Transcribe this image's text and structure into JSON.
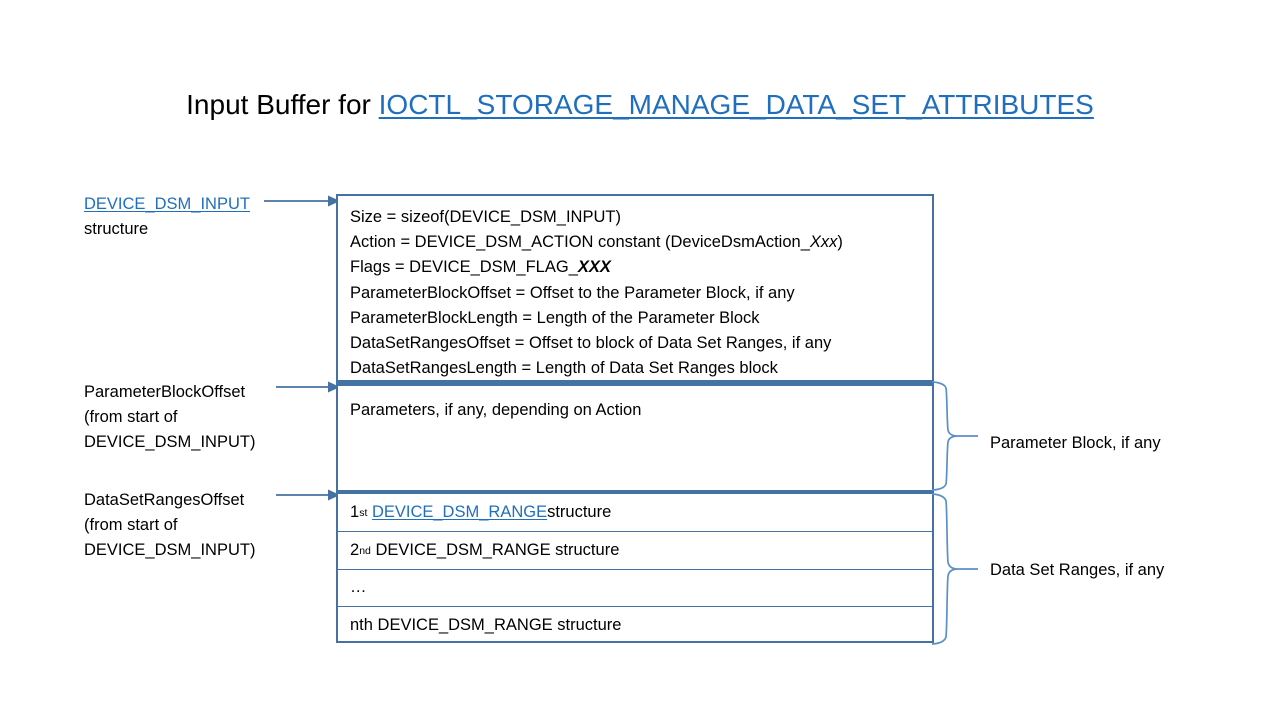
{
  "title": {
    "prefix": "Input Buffer for ",
    "link": "IOCTL_STORAGE_MANAGE_DATA_SET_ATTRIBUTES"
  },
  "labels": {
    "dsm_input": {
      "link": "DEVICE_DSM_INPUT",
      "line2": "structure"
    },
    "parameter_block_offset": {
      "line1": "ParameterBlockOffset",
      "line2": "(from start of",
      "line3": "DEVICE_DSM_INPUT)"
    },
    "data_set_ranges_offset": {
      "line1": "DataSetRangesOffset",
      "line2": "(from start of",
      "line3": "DEVICE_DSM_INPUT)"
    }
  },
  "header_box": {
    "fields": [
      {
        "text": "Size  = sizeof(DEVICE_DSM_INPUT)"
      },
      {
        "pre": "Action = DEVICE_DSM_ACTION  constant (DeviceDsmAction_",
        "italic": "Xxx",
        "post": ")"
      },
      {
        "pre": "Flags = DEVICE_DSM_FLAG_",
        "bold_italic": "XXX",
        "post": ""
      },
      {
        "text": "ParameterBlockOffset  = Offset to the Parameter Block, if any"
      },
      {
        "text": "ParameterBlockLength  = Length of the Parameter  Block"
      },
      {
        "text": "DataSetRangesOffset  = Offset to block of Data Set Ranges, if any"
      },
      {
        "text": "DataSetRangesLength  = Length of Data Set Ranges block"
      }
    ]
  },
  "params_box": {
    "text": "Parameters, if any, depending on Action"
  },
  "ranges_box": {
    "rows": [
      {
        "ordinal": "1",
        "sup": "st",
        "link": "DEVICE_DSM_RANGE ",
        "tail": "structure"
      },
      {
        "ordinal": "2",
        "sup": "nd",
        "link": "",
        "tail": "DEVICE_DSM_RANGE  structure"
      },
      {
        "ordinal": "…",
        "sup": "",
        "link": "",
        "tail": ""
      },
      {
        "ordinal": "nth",
        "sup": "",
        "link": "",
        "tail": "DEVICE_DSM_RANGE  structure"
      }
    ]
  },
  "braces": {
    "parameter_block": "Parameter Block, if any",
    "data_set_ranges": "Data Set Ranges, if any"
  },
  "colors": {
    "link_blue": "#1F6FBE",
    "box_border": "#4472A3",
    "brace_blue": "#5B8FC7",
    "text": "#000000"
  }
}
